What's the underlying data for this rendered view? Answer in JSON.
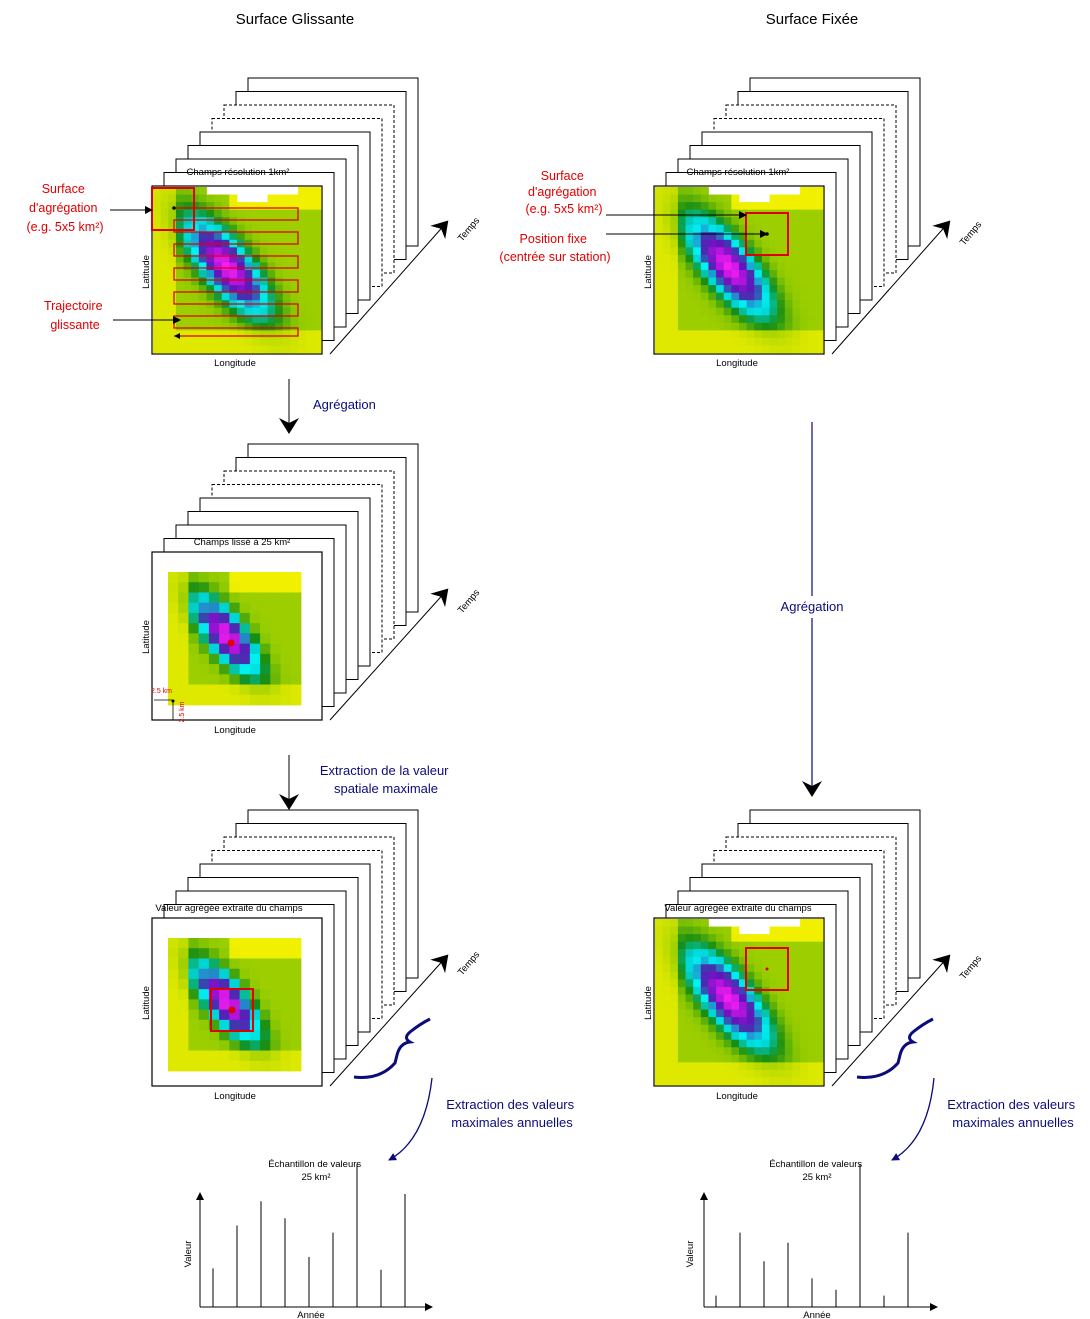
{
  "titles": {
    "left": "Surface Glissante",
    "right": "Surface Fixée"
  },
  "axes": {
    "latitude": "Latitude",
    "longitude": "Longitude",
    "temps": "Temps",
    "valeur": "Valeur",
    "annee": "Année"
  },
  "panels": {
    "raw_field": "Champs résolution 1km²",
    "smoothed_field": "Champs lissé à 25 km²",
    "extracted_value": "Valeur agrégée extraite du champs"
  },
  "annotations": {
    "surface_line1": "Surface",
    "surface_line2": "d'agrégation",
    "surface_line3": "(e.g. 5x5 km²)",
    "trajectory_line1": "Trajectoire",
    "trajectory_line2": "glissante",
    "position_line1": "Position fixe",
    "position_line2": "(centrée sur station)",
    "dist_h": "2.5 km",
    "dist_v": "2.5 km"
  },
  "steps": {
    "aggregation": "Agrégation",
    "extraction_line1": "Extraction de la valeur",
    "extraction_line2": "spatiale maximale",
    "annual_line1": "Extraction des valeurs",
    "annual_line2": "maximales annuelles"
  },
  "samples": {
    "line1": "Échantillon de valeurs",
    "line2": "25 km²"
  },
  "bars_left": [
    0.27,
    0.57,
    0.74,
    0.62,
    0.35,
    0.52,
    1.0,
    0.26,
    0.79
  ],
  "bars_right": [
    0.08,
    0.52,
    0.32,
    0.45,
    0.2,
    0.12,
    1.0,
    0.08,
    0.52
  ],
  "colors": {
    "annotation_red": "#e00000",
    "arrow_blue": "#0b0b7a"
  }
}
